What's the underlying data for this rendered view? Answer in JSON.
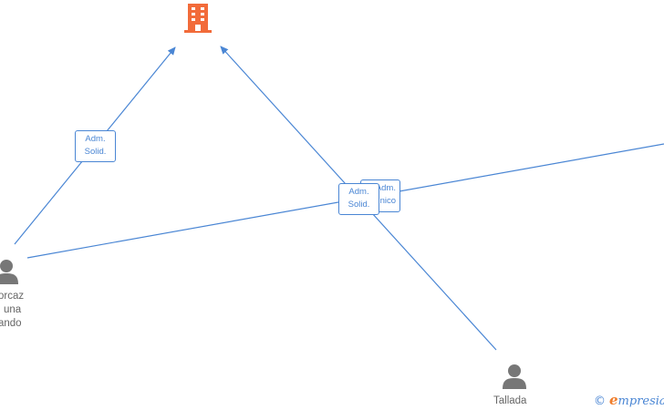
{
  "colors": {
    "edge": "#4a86d4",
    "company": "#f26b3a",
    "person": "#777777",
    "label_text": "#666666"
  },
  "nodes": {
    "company": {
      "icon": "building-icon"
    },
    "person_left": {
      "icon": "person-icon",
      "lines": [
        "orcaz",
        "una",
        "ando"
      ]
    },
    "person_bottom": {
      "icon": "person-icon",
      "lines": [
        "Tallada"
      ]
    }
  },
  "edges": {
    "left_to_company": {
      "line1": "Adm.",
      "line2": "Solid."
    },
    "bottom_to_company": {
      "line1": "Adm.",
      "line2": "Solid."
    },
    "left_to_offscreen": {
      "line1": "Adm.",
      "line2": "nico"
    }
  },
  "watermark": {
    "copyright": "©",
    "brand_initial": "e",
    "brand_rest": "mpresia"
  }
}
